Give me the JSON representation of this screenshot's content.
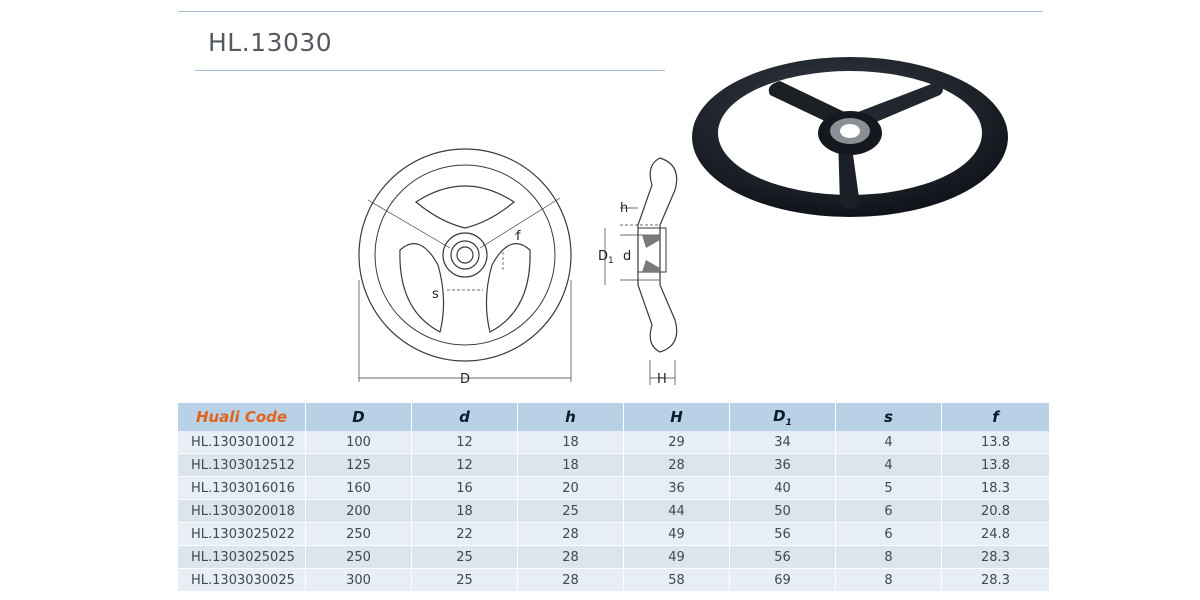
{
  "product": {
    "title": "HL.13030"
  },
  "drawing": {
    "labels": {
      "D": "D",
      "d": "d",
      "h": "h",
      "H": "H",
      "D1": "D",
      "D1_sub": "1",
      "s": "s",
      "f": "f"
    }
  },
  "photo": {
    "icon": "handwheel-photo"
  },
  "table": {
    "headers": [
      "Huali Code",
      "D",
      "d",
      "h",
      "H",
      "D",
      "s",
      "f"
    ],
    "header_sub": "1",
    "rows": [
      [
        "HL.1303010012",
        "100",
        "12",
        "18",
        "29",
        "34",
        "4",
        "13.8"
      ],
      [
        "HL.1303012512",
        "125",
        "12",
        "18",
        "28",
        "36",
        "4",
        "13.8"
      ],
      [
        "HL.1303016016",
        "160",
        "16",
        "20",
        "36",
        "40",
        "5",
        "18.3"
      ],
      [
        "HL.1303020018",
        "200",
        "18",
        "25",
        "44",
        "50",
        "6",
        "20.8"
      ],
      [
        "HL.1303025022",
        "250",
        "22",
        "28",
        "49",
        "56",
        "6",
        "24.8"
      ],
      [
        "HL.1303025025",
        "250",
        "25",
        "28",
        "49",
        "56",
        "8",
        "28.3"
      ],
      [
        "HL.1303030025",
        "300",
        "25",
        "28",
        "58",
        "69",
        "8",
        "28.3"
      ]
    ]
  },
  "colors": {
    "accent": "#e0641c",
    "header_bg": "#b9d1e6",
    "rule": "#a9bccd"
  }
}
